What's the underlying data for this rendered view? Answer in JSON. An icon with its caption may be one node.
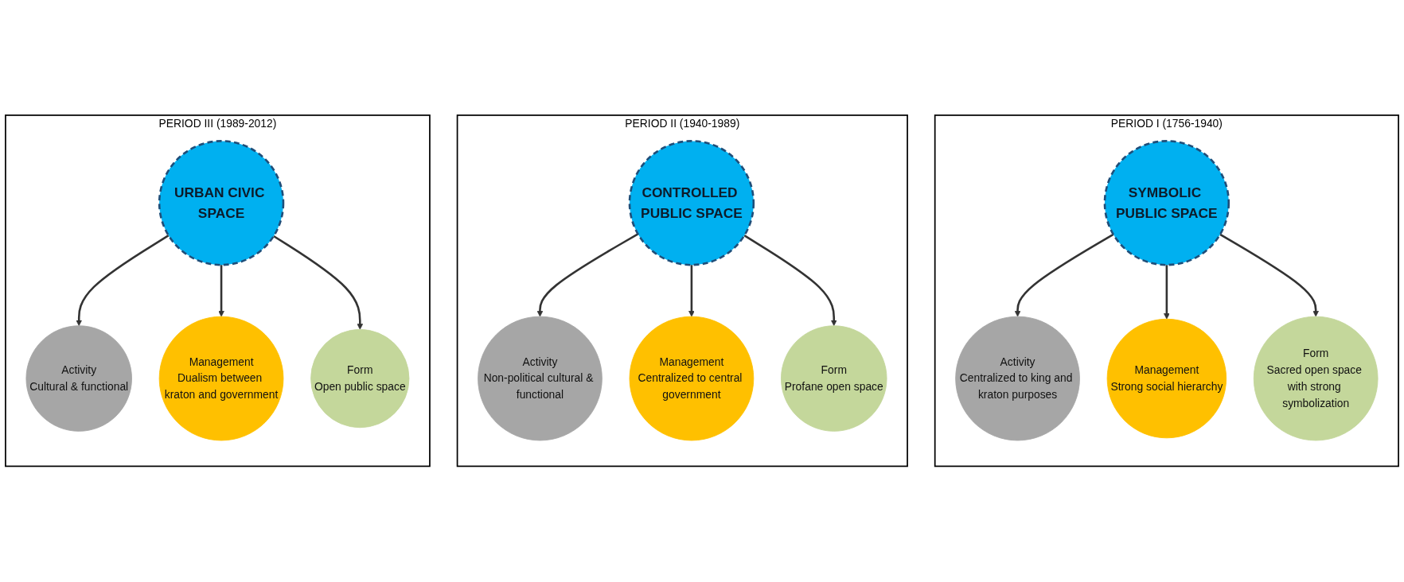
{
  "diagram": {
    "nodes": [
      {
        "text": [
          "PERIOD I (1756-1940)"
        ]
      },
      {
        "text": [
          "SYMBOLIC PUBLIC SPACE"
        ],
        "in": 0
      },
      {
        "text": [
          "Activity",
          "Centralized to king and kraton purposes"
        ],
        "in": 0
      },
      {
        "text": [
          "Management",
          "Strong social hierarchy"
        ],
        "in": 0
      },
      {
        "text": [
          "Form",
          "Sacred open space with strong symbolization"
        ],
        "in": 0
      },
      {
        "text": [
          "PERIOD II (1940-1989)"
        ]
      },
      {
        "text": [
          "CONTROLLED PUBLIC SPACE"
        ],
        "in": 5
      },
      {
        "text": [
          "Activity",
          "Non-political cultural & functional"
        ],
        "in": 5
      },
      {
        "text": [
          "Management",
          "Centralized to central government"
        ],
        "in": 5
      },
      {
        "text": [
          "Form",
          "Profane open space"
        ],
        "in": 5
      },
      {
        "text": [
          "PERIOD III (1989-2012)"
        ]
      },
      {
        "text": [
          "URBAN CIVIC SPACE"
        ],
        "in": 10
      },
      {
        "text": [
          "Activity",
          "Cultural & functional"
        ],
        "in": 10
      },
      {
        "text": [
          "Management",
          "Dualism between kraton and government"
        ],
        "in": 10
      },
      {
        "text": [
          "Form",
          "Open public space"
        ],
        "in": 10
      }
    ],
    "edges": [
      {
        "from": 1,
        "to": 2,
        "arrow": "to"
      },
      {
        "from": 1,
        "to": 3,
        "arrow": "to"
      },
      {
        "from": 1,
        "to": 4,
        "arrow": "to"
      },
      {
        "from": 6,
        "to": 7,
        "arrow": "to"
      },
      {
        "from": 6,
        "to": 8,
        "arrow": "to"
      },
      {
        "from": 6,
        "to": 9,
        "arrow": "to"
      },
      {
        "from": 11,
        "to": 12,
        "arrow": "to"
      },
      {
        "from": 11,
        "to": 13,
        "arrow": "to"
      },
      {
        "from": 11,
        "to": 14,
        "arrow": "to"
      }
    ]
  }
}
